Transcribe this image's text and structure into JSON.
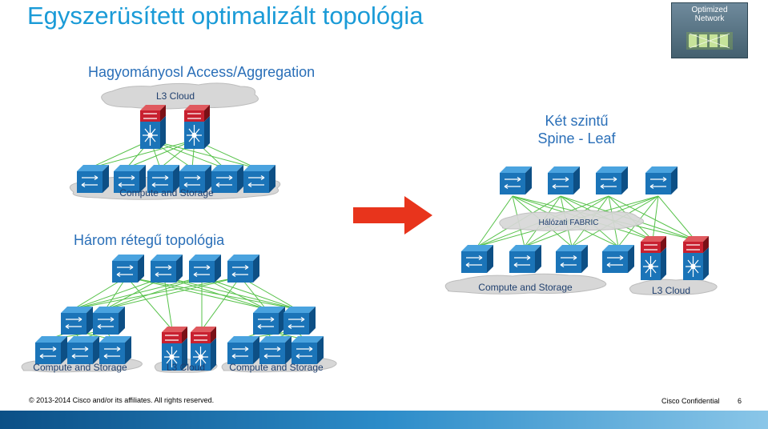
{
  "slide": {
    "title": "Egyszerüsített optimalizált topológia",
    "badge": {
      "label": "Optimized\nNetwork"
    }
  },
  "sections": {
    "traditional": "Hagyományosl Access/Aggregation",
    "spine_leaf": "Két szintű\nSpine - Leaf",
    "three_tier": "Három rétegű topológia"
  },
  "clouds": {
    "trad_top": "L3 Cloud",
    "trad_bottom": "Compute and Storage",
    "fabric": "Hálózati FABRIC",
    "sl_compute": "Compute and Storage",
    "sl_l3": "L3 Cloud",
    "three_left": "Compute and Storage",
    "three_mid": "L3 Cloud",
    "three_right": "Compute and Storage"
  },
  "footer": {
    "copyright": "© 2013-2014  Cisco and/or its affiliates. All rights reserved.",
    "confidential": "Cisco Confidential",
    "page": "6"
  },
  "colors": {
    "title": "#1a9bd7",
    "switch": "#1b74b8",
    "router": "#c8202f",
    "link": "#57c24a",
    "arrow": "#e8341c",
    "cloud": "#d7d7d7",
    "footer_bar": "#2c7fb8"
  },
  "icons": {
    "switch": "switch-icon",
    "router": "router-icon",
    "arrow": "arrow-right-icon"
  }
}
